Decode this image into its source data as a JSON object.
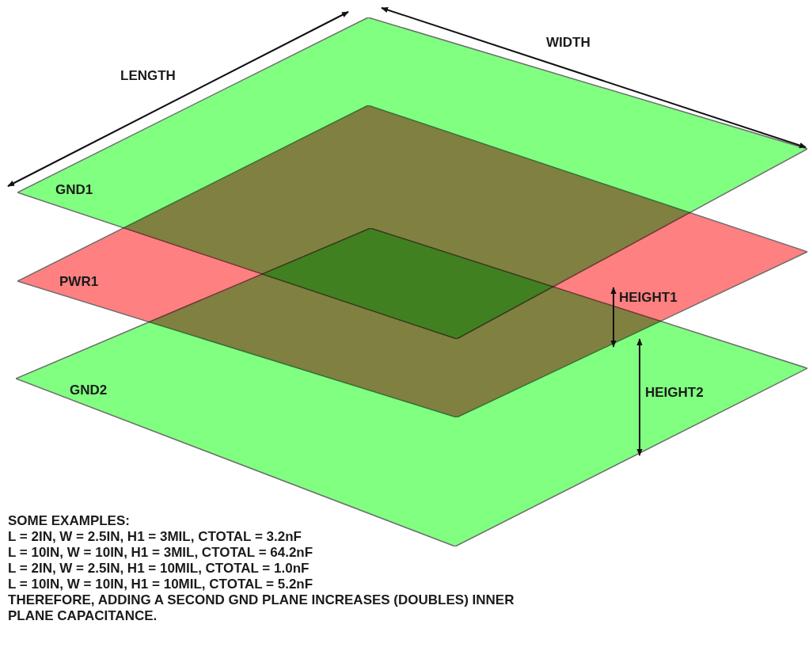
{
  "diagram": {
    "nodes": [
      {
        "text": [
          "GND1"
        ]
      },
      {
        "text": [
          "PWR1"
        ]
      },
      {
        "text": [
          "GND2"
        ]
      }
    ],
    "labels": [
      "LENGTH",
      "WIDTH",
      "HEIGHT1",
      "HEIGHT2",
      "SOME EXAMPLES:",
      "L = 2IN, W = 2.5IN, H1 = 3MIL, CTOTAL = 3.2nF",
      "L = 10IN, W = 10IN, H1 = 3MIL, CTOTAL = 64.2nF",
      "L = 2IN, W = 2.5IN, H1 = 10MIL, CTOTAL = 1.0nF",
      "L = 10IN, W = 10IN, H1 = 10MIL, CTOTAL = 5.2nF",
      "THEREFORE, ADDING A SECOND GND PLANE INCREASES (DOUBLES) INNER PLANE CAPACITANCE."
    ]
  }
}
